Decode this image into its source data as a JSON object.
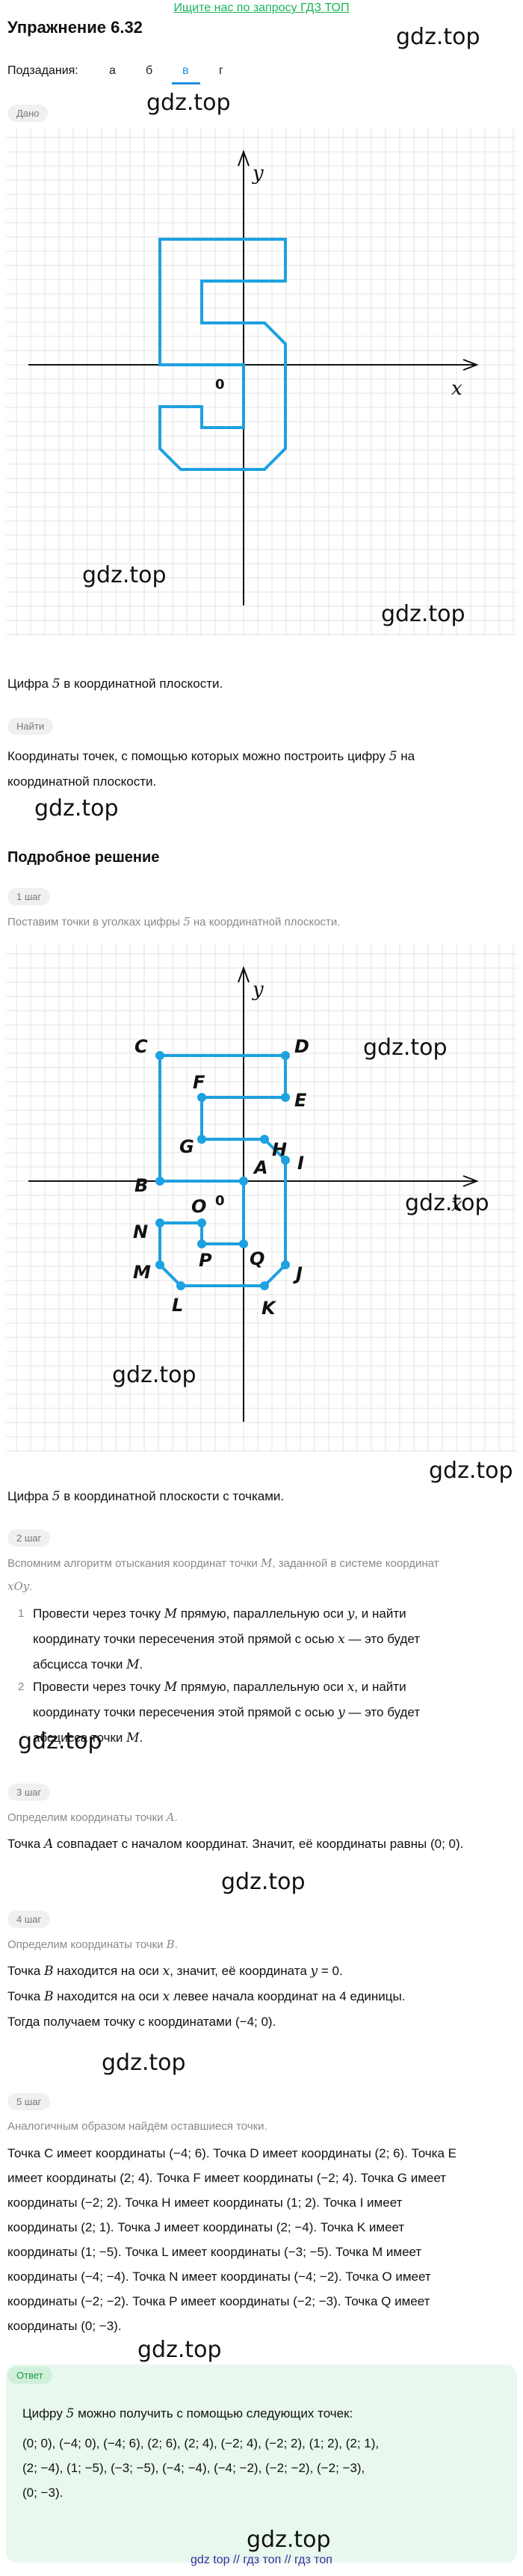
{
  "top_link": "Ищите нас по запросу ГДЗ ТОП",
  "watermark": "gdz.top",
  "title": "Упражнение 6.32",
  "subtabs": {
    "label": "Подзадания:",
    "items": [
      "а",
      "б",
      "в",
      "г"
    ],
    "active": "в"
  },
  "given": {
    "tag": "Дано",
    "caption": "Цифра 5 в координатной плоскости."
  },
  "find": {
    "tag": "Найти",
    "text": "Координаты точек, с помощью которых можно построить цифру 5 на координатной плоскости."
  },
  "solution": {
    "title": "Подробное решение",
    "step1": {
      "tag": "1 шаг",
      "text": "Поставим точки в уголках цифры 5 на координатной плоскости.",
      "caption": "Цифра 5 в координатной плоскости с точками."
    },
    "step2": {
      "tag": "2 шаг",
      "text": "Вспомним алгоритм отыскания координат точки M, заданной в системе координат xOy.",
      "items": [
        {
          "num": "1",
          "text": "Провести через точку M прямую, параллельную оси y, и найти координату точки пересечения этой прямой с осью x — это будет абсцисса точки M."
        },
        {
          "num": "2",
          "text": "Провести через точку M прямую, параллельную оси x, и найти координату точки пересечения этой прямой с осью y — это будет абсцисса точки M."
        }
      ]
    },
    "step3": {
      "tag": "3 шаг",
      "intro": "Определим координаты точки A.",
      "text": "Точка A совпадает с началом координат. Значит, её координаты равны (0; 0)."
    },
    "step4": {
      "tag": "4 шаг",
      "intro": "Определим координаты точки B.",
      "lines": [
        "Точка B находится на оси x, значит, её координата y = 0.",
        "Точка B находится на оси x левее начала координат на 4 единицы.",
        "Тогда получаем точку с координатами (−4; 0)."
      ]
    },
    "step5": {
      "tag": "5 шаг",
      "intro": "Аналогичным образом найдём оставшиеся точки.",
      "lines": [
        "Точка C имеет координаты (−4; 6). Точка D имеет координаты (2; 6). Точка E",
        "имеет координаты (2; 4). Точка F имеет координаты (−2; 4). Точка G имеет",
        "координаты (−2; 2). Точка H имеет координаты (1; 2). Точка I имеет",
        "координаты (2; 1). Точка J имеет координаты (2; −4). Точка K имеет",
        "координаты (1; −5). Точка L имеет координаты (−3; −5). Точка M имеет",
        "координаты (−4; −4). Точка N имеет координаты (−4; −2). Точка O имеет",
        "координаты (−2; −2). Точка P имеет координаты (−2; −3). Точка Q имеет",
        "координаты (0; −3)."
      ]
    }
  },
  "answer": {
    "tag": "Ответ",
    "intro": "Цифру 5 можно получить с помощью следующих точек:",
    "lines": [
      "(0; 0), (−4; 0), (−4; 6), (2; 6), (2; 4), (−2; 4), (−2; 2), (1; 2), (2; 1),",
      "(2; −4), (1; −5), (−3; −5), (−4; −4), (−4; −2), (−2; −2), (−2; −3),",
      "(0; −3)."
    ]
  },
  "graph": {
    "axis_x": "x",
    "axis_y": "y",
    "origin": "0",
    "origin_letter": "O",
    "line_color": "#1da1e0",
    "dot_color": "#1da1e0",
    "grid_color": "#e3e3e3"
  },
  "points": [
    {
      "name": "A",
      "x": 0,
      "y": 0
    },
    {
      "name": "B",
      "x": -4,
      "y": 0
    },
    {
      "name": "C",
      "x": -4,
      "y": 6
    },
    {
      "name": "D",
      "x": 2,
      "y": 6
    },
    {
      "name": "E",
      "x": 2,
      "y": 4
    },
    {
      "name": "F",
      "x": -2,
      "y": 4
    },
    {
      "name": "G",
      "x": -2,
      "y": 2
    },
    {
      "name": "H",
      "x": 1,
      "y": 2
    },
    {
      "name": "I",
      "x": 2,
      "y": 1
    },
    {
      "name": "J",
      "x": 2,
      "y": -4
    },
    {
      "name": "K",
      "x": 1,
      "y": -5
    },
    {
      "name": "L",
      "x": -3,
      "y": -5
    },
    {
      "name": "M",
      "x": -4,
      "y": -4
    },
    {
      "name": "N",
      "x": -4,
      "y": -2
    },
    {
      "name": "O",
      "x": -2,
      "y": -2
    },
    {
      "name": "P",
      "x": -2,
      "y": -3
    },
    {
      "name": "Q",
      "x": 0,
      "y": -3
    }
  ],
  "footer": "gdz top  //  гдз топ  //  гдз топ"
}
